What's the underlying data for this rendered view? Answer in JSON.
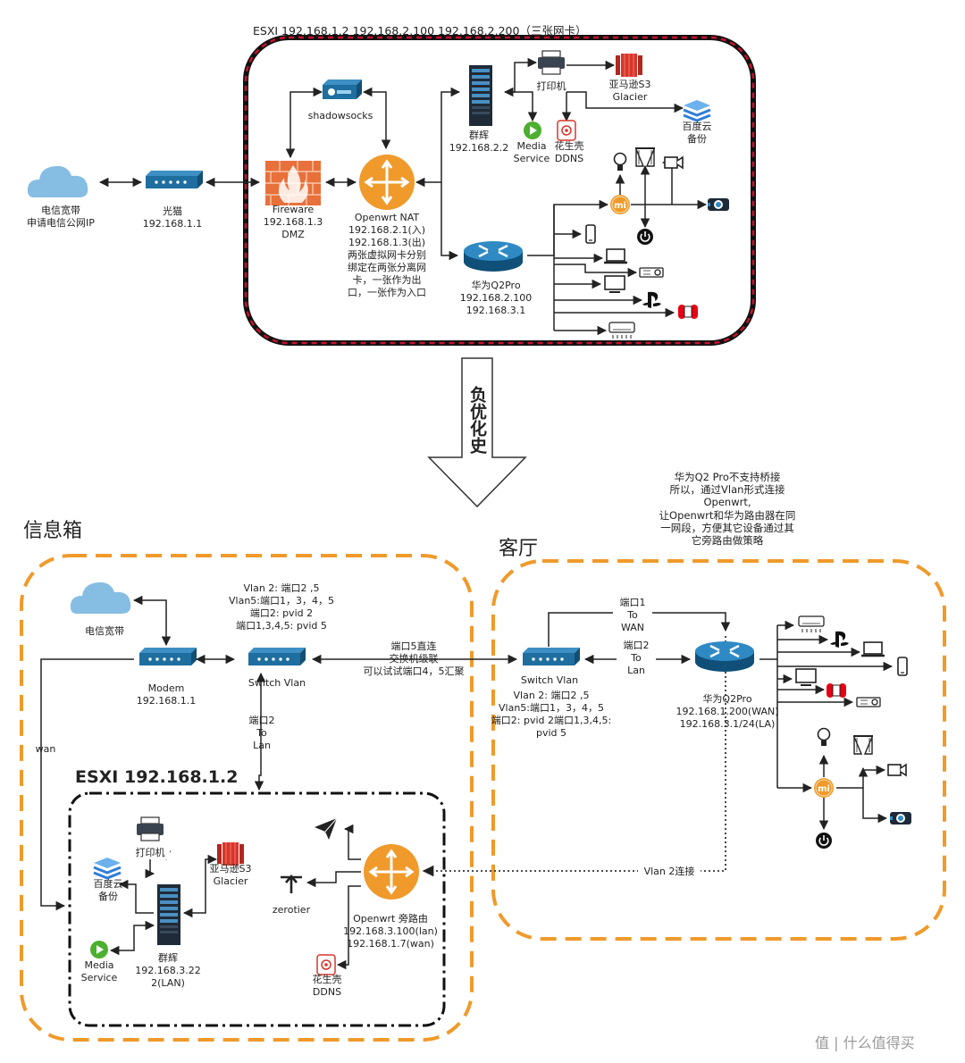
{
  "colors": {
    "router": "#1e6fa0",
    "orange": "#ef9a2b",
    "firewall": "#e8703a",
    "s3": "#d9352b",
    "baidu": "#2f7ed8",
    "green": "#4caf2f",
    "cloud": "#86bde3",
    "dashed_red": "#c8102e"
  },
  "top": {
    "title": "ESXI  192.168.1.2  192.168.2.100 192.168.2.200（三张网卡）",
    "cloud": "电信宽带\n申请电信公网IP",
    "modem": "光猫\n192.168.1.1",
    "firewall": "Fireware\n192.168.1.3\nDMZ",
    "shadowsocks": "shadowsocks",
    "openwrt": "Openwrt NAT\n192.168.2.1(入)\n192.168.1.3(出)\n两张虚拟网卡分别\n绑定在两张分离网\n卡，一张作为出\n口，一张作为入口",
    "nas": "群辉\n192.168.2.2",
    "printer": "打印机",
    "s3": "亚马逊S3\nGlacier",
    "baidu": "百度云\n备份",
    "media": "Media\nService",
    "ddns": "花生壳\nDDNS",
    "huawei": "华为Q2Pro\n192.168.2.100\n192.168.3.1"
  },
  "arrow": {
    "label": "负优化史"
  },
  "bottom": {
    "left_title": "信息箱",
    "right_title": "客厅",
    "esxi_title": "ESXI 192.168.1.2",
    "cloud": "电信宽带",
    "modem": "Modem\n192.168.1.1",
    "switch_left": "Switch Vlan",
    "vlan_config_left": "Vlan 2: 端口2 ,5\nVlan5:端口1，3，4，5\n端口2: pvid 2\n端口1,3,4,5: pvid 5",
    "port2_to_lan": "端口2\nTo\nLan",
    "wan": "wan",
    "port5_note": "端口5直连\n交换机级联\n可以试试端口4，5汇聚",
    "switch_right": "Switch Vlan",
    "vlan_config_right": "Vlan 2: 端口2 ,5\nVlan5:端口1，3，4，5\n端口2: pvid 2端口1,3,4,5:\npvid 5",
    "port1_to_wan": "端口1\nTo\nWAN",
    "port2_to_lan_right": "端口2\nTo\nLan",
    "huawei_note": "华为Q2 Pro不支持桥接\n所以，通过Vlan形式连接\nOpenwrt,\n让Openwrt和华为路由器在同\n一网段，方便其它设备通过其\n它旁路由做策略",
    "huawei": "华为Q2Pro\n192.168.1.200(WAN)\n192.168.3.1/24(LA)",
    "vlan2_link": "Vlan 2连接",
    "printer": "打印机",
    "baidu": "百度云\n备份",
    "s3": "亚马逊S3\nGlacier",
    "nas": "群辉\n192.168.3.22\n2(LAN)",
    "media": "Media\nService",
    "zerotier": "zerotier",
    "openwrt": "Openwrt 旁路由\n192.168.3.100(lan)\n192.168.1.7(wan)",
    "ddns": "花生壳\nDDNS"
  },
  "watermark": "值 | 什么值得买"
}
